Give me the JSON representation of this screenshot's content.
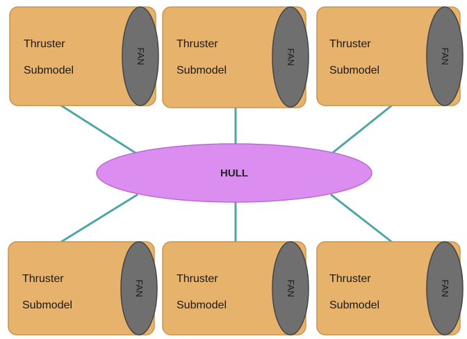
{
  "colors": {
    "box_fill": "#E7B26B",
    "box_stroke": "#C9944A",
    "fan_fill": "#6F6F6F",
    "fan_stroke": "#444444",
    "hull_fill": "#DC8EF0",
    "hull_stroke": "#B96AD0",
    "connector": "#4DA6A6"
  },
  "hull": {
    "label": "HULL"
  },
  "thrusters": [
    {
      "line1": "Thruster",
      "line2": "Submodel",
      "fan": "FAN"
    },
    {
      "line1": "Thruster",
      "line2": "Submodel",
      "fan": "FAN"
    },
    {
      "line1": "Thruster",
      "line2": "Submodel",
      "fan": "FAN"
    },
    {
      "line1": "Thruster",
      "line2": "Submodel",
      "fan": "FAN"
    },
    {
      "line1": "Thruster",
      "line2": "Submodel",
      "fan": "FAN"
    },
    {
      "line1": "Thruster",
      "line2": "Submodel",
      "fan": "FAN"
    }
  ]
}
